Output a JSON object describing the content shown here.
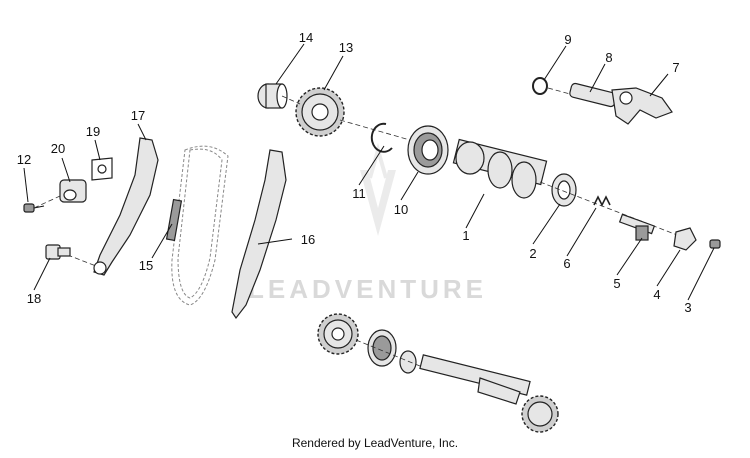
{
  "diagram": {
    "watermark": "LEADVENTURE",
    "credit": "Rendered by LeadVenture, Inc.",
    "callouts": [
      "1",
      "2",
      "3",
      "4",
      "5",
      "6",
      "7",
      "8",
      "9",
      "10",
      "11",
      "12",
      "13",
      "14",
      "15",
      "16",
      "17",
      "18",
      "19",
      "20"
    ]
  }
}
